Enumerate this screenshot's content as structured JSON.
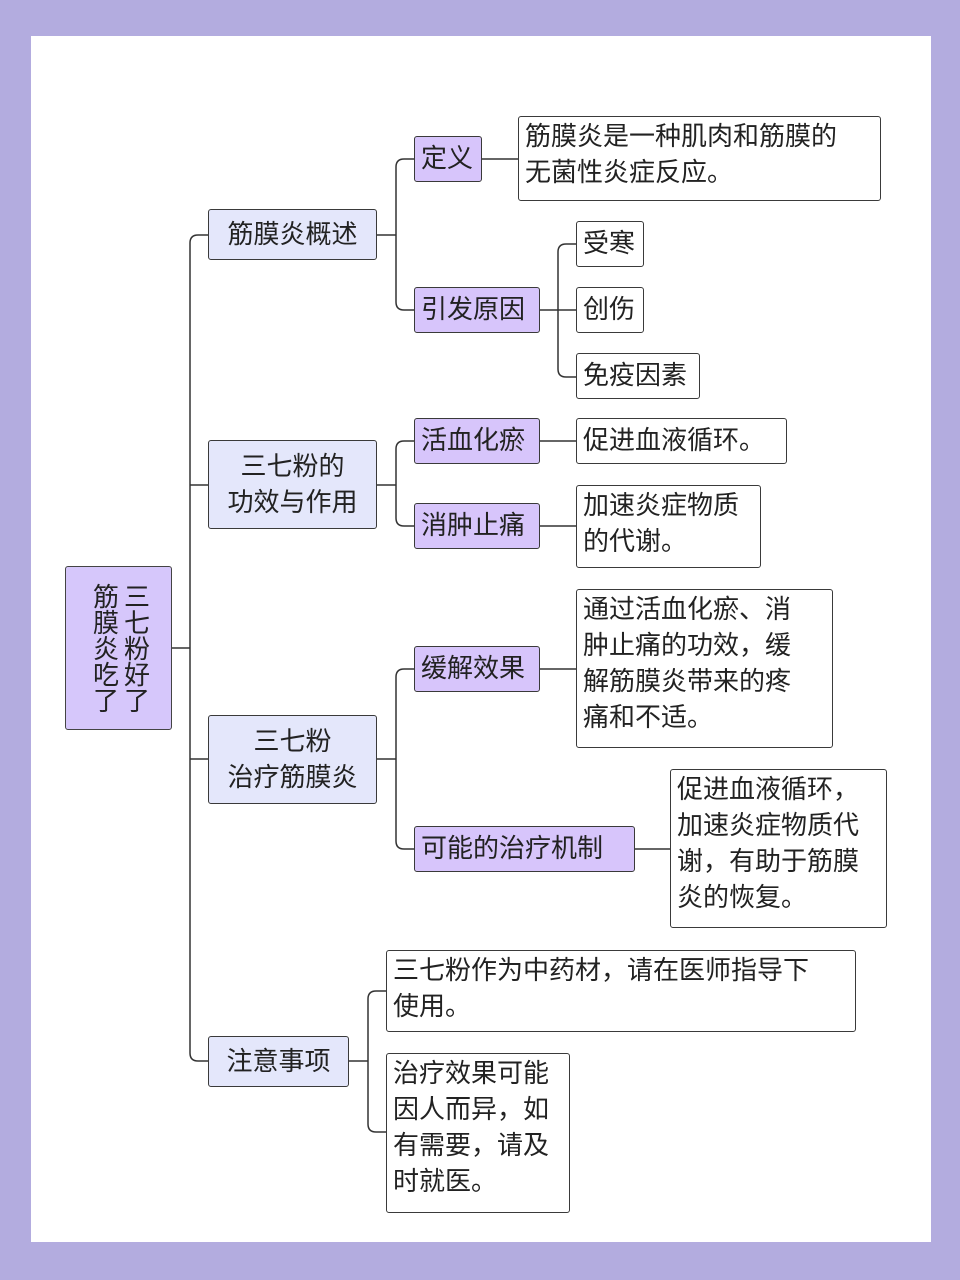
{
  "root": "三七粉好了\n筋膜炎吃了",
  "branches": {
    "overview": {
      "label": "筋膜炎概述",
      "definition": {
        "label": "定义",
        "detail": "筋膜炎是一种肌肉和筋膜的\n无菌性炎症反应。"
      },
      "causes": {
        "label": "引发原因",
        "items": [
          "受寒",
          "创伤",
          "免疫因素"
        ]
      }
    },
    "effects": {
      "label": "三七粉的\n功效与作用",
      "blood": {
        "label": "活血化瘀",
        "detail": "促进血液循环。"
      },
      "swelling": {
        "label": "消肿止痛",
        "detail": "加速炎症物质\n的代谢。"
      }
    },
    "treatment": {
      "label": "三七粉\n治疗筋膜炎",
      "relief": {
        "label": "缓解效果",
        "detail": "通过活血化瘀、消\n肿止痛的功效，缓\n解筋膜炎带来的疼\n痛和不适。"
      },
      "mechanism": {
        "label": "可能的治疗机制",
        "detail": "促进血液循环，\n加速炎症物质代\n谢，有助于筋膜\n炎的恢复。"
      }
    },
    "notes": {
      "label": "注意事项",
      "items": [
        "三七粉作为中药材，请在医师指导下\n使用。",
        "治疗效果可能\n因人而异，如\n有需要，请及\n时就医。"
      ]
    }
  }
}
